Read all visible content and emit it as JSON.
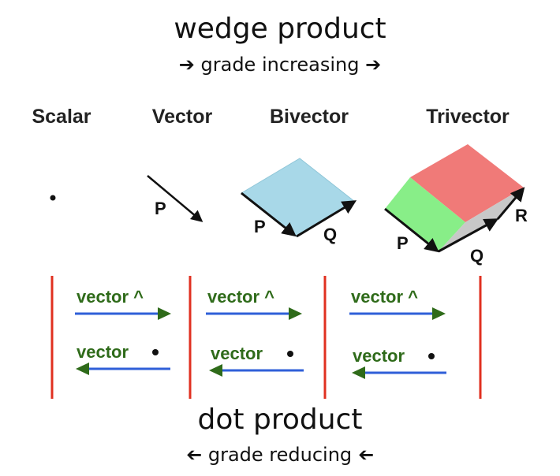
{
  "top": {
    "title": "wedge product",
    "subtitle": "grade increasing",
    "arrow_glyph": "➔"
  },
  "bottom": {
    "title": "dot product",
    "subtitle": "grade reducing",
    "arrow_glyph": "🡐"
  },
  "grades": [
    {
      "label": "Scalar"
    },
    {
      "label": "Vector"
    },
    {
      "label": "Bivector"
    },
    {
      "label": "Trivector"
    }
  ],
  "vector_labels": {
    "P": "P",
    "Q": "Q",
    "R": "R"
  },
  "operators": {
    "wedge_label": "vector ^",
    "dot_label": "vector"
  },
  "colors": {
    "divider": "#e03020",
    "operator_text": "#2f6b1a",
    "operator_arrow": "#2f5fd8",
    "arrowhead": "#2f6b1a",
    "bivector_face": "#a8d8e8",
    "trivector_top": "#f07a78",
    "trivector_left": "#88ee88",
    "trivector_right": "#c8c8c8"
  }
}
